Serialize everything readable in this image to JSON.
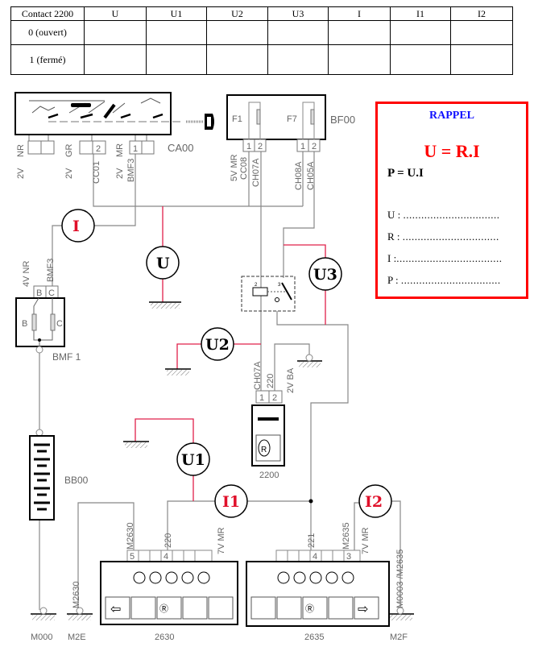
{
  "table": {
    "headers": [
      "Contact 2200",
      "U",
      "U1",
      "U2",
      "U3",
      "I",
      "I1",
      "I2"
    ],
    "rows": [
      {
        "label": "0 (ouvert)",
        "values": [
          "",
          "",
          "",
          "",
          "",
          "",
          ""
        ]
      },
      {
        "label": "1 (fermé)",
        "values": [
          "",
          "",
          "",
          "",
          "",
          "",
          ""
        ]
      }
    ]
  },
  "rappel": {
    "title": "RAPPEL",
    "formula1": "U = R.I",
    "formula2": "P = U.I",
    "lines": [
      {
        "label": "U :",
        "dots": "................................"
      },
      {
        "label": "R :",
        "dots": "................................"
      },
      {
        "label": "I :",
        "dots": "..................................."
      },
      {
        "label": "P :",
        "dots": "................................."
      }
    ]
  },
  "diagram": {
    "components": {
      "ca00": "CA00",
      "bf00": "BF00",
      "f1": "F1",
      "f7": "F7",
      "bmf1": "BMF 1",
      "bb00": "BB00",
      "c2200": "2200",
      "c2630": "2630",
      "c2635": "2635",
      "m000": "M000",
      "m2e": "M2E",
      "m2f": "M2F"
    },
    "meters": {
      "u": "U",
      "u1": "U1",
      "u2": "U2",
      "u3": "U3",
      "i": "I",
      "i1": "I1",
      "i2": "I2"
    },
    "wire_labels": {
      "nr": "NR",
      "gr": "GR",
      "mr": "MR",
      "v2a": "2V",
      "v2b": "2V",
      "v2c": "2V",
      "cc01": "CC01",
      "bmf3": "BMF3",
      "v5mr": "5V MR",
      "cc08": "CC08",
      "ch07a": "CH07A",
      "ch08a": "CH08A",
      "ch05a": "CH05A",
      "v4nr": "4V NR",
      "bmf3b": "BMF3",
      "ch07a_b": "CH07A",
      "w220": "220",
      "v2ba": "2V BA",
      "m2630": "M2630",
      "w220b": "220",
      "v7mr": "7V MR",
      "m2630b": "M2630",
      "w221": "221",
      "m2635": "M2635",
      "v7mr2": "7V MR",
      "m0003": "M0003 /M2635"
    },
    "pins": {
      "p1": "1",
      "p2": "2",
      "b": "B",
      "c": "C",
      "p4": "4",
      "p5": "5",
      "p3": "3"
    }
  }
}
